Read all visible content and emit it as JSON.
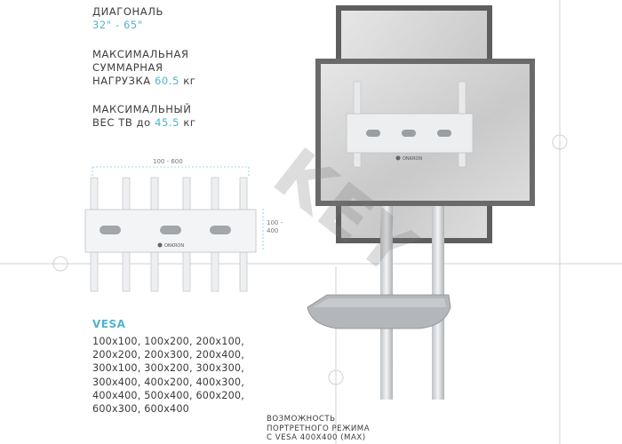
{
  "specs": {
    "diagonal": {
      "label": "ДИАГОНАЛЬ",
      "value": "32\" - 65\""
    },
    "load": {
      "line1": "МАКСИМАЛЬНАЯ",
      "line2": "СУММАРНАЯ",
      "line3": "НАГРУЗКА",
      "value": "60.5",
      "unit": "кг"
    },
    "weight": {
      "line1": "МАКСИМАЛЬНЫЙ",
      "line2a": "ВЕС ТВ до",
      "value": "45.5",
      "unit": "кг"
    }
  },
  "mount": {
    "dim_horizontal": "100 - 600",
    "dim_vertical": "100 - 400",
    "brand": "ONKRON"
  },
  "vesa": {
    "title": "VESA",
    "list": "100x100,  100x200,  200x100, 200x200, 200x300, 200x400, 300x100,  300x200, 300x300, 300x400, 400x200, 400x300, 400x400, 500x400, 600x200, 600x300, 600x400"
  },
  "portrait": {
    "line1": "ВОЗМОЖНОСТЬ",
    "line2": "ПОРТРЕТНОГО РЕЖИМА",
    "line3": "С VESA 400x400 (MAX)"
  },
  "watermark": "KEY",
  "colors": {
    "accent": "#52b3cf",
    "frame": "#5c5c5c",
    "metal": "#d9dcdf"
  }
}
